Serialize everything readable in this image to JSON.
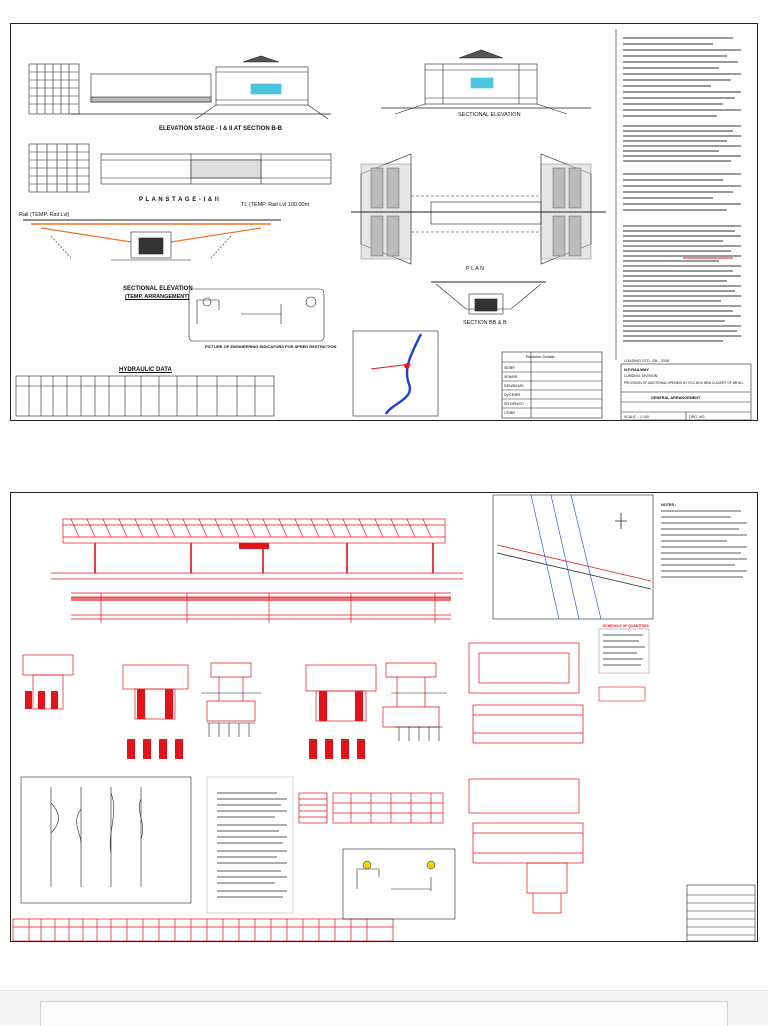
{
  "sheet1": {
    "elevation_title": "ELEVATION STAGE - I & II AT SECTION B-B",
    "plan_title": "P L A N   S T A G E - I & II",
    "sectional_elevation_title": "SECTIONAL ELEVATION",
    "temp_arrangement": "(TEMP. ARRANGEMENT)",
    "sectional_elevation_right": "SECTIONAL ELEVATION",
    "plan_label": "P L A N",
    "section_label": "SECTION BB & B",
    "hydraulic_title": "HYDRAULIC DATA",
    "speed_caption": "PICTURE OF ENGINEERING INDICATORS FOR SPEED RESTRICTION",
    "temp_rail_label": "TL (TEMP. Rail Lvl 100.00m",
    "rail_label": "Rail (TEMP. Rail Lvl)",
    "title_block": {
      "railway": "N.F.RAILWAY",
      "division": "LUMDING DIVISION",
      "description": "PROVISION OF ADDITIONAL OPENING BY RCC BOX NEW CULVERT OF BR NO.",
      "drawing_title": "GENERAL ARRANGEMENT",
      "scale": "SCALE :- 1:100",
      "drawing_no": "DRG. NO.",
      "date_line": "LOADING STD. 25t - 2008"
    },
    "revision_header": "Revision Details",
    "revision_rows": [
      "SE/BR",
      "XEN/BR",
      "DEN/B/LMG",
      "Dy.CE/BR",
      "SR.DEN/CO",
      "CE/BR"
    ]
  },
  "sheet2": {
    "notes_heading": "NOTES :",
    "inset_title": "",
    "table_heading": "SCHEDULE OF QUANTITIES"
  },
  "colors": {
    "red": "#e3131b",
    "blue": "#1e3fd8",
    "cyan": "#1fb7d6",
    "orange": "#e8742a",
    "ink": "#111111"
  }
}
